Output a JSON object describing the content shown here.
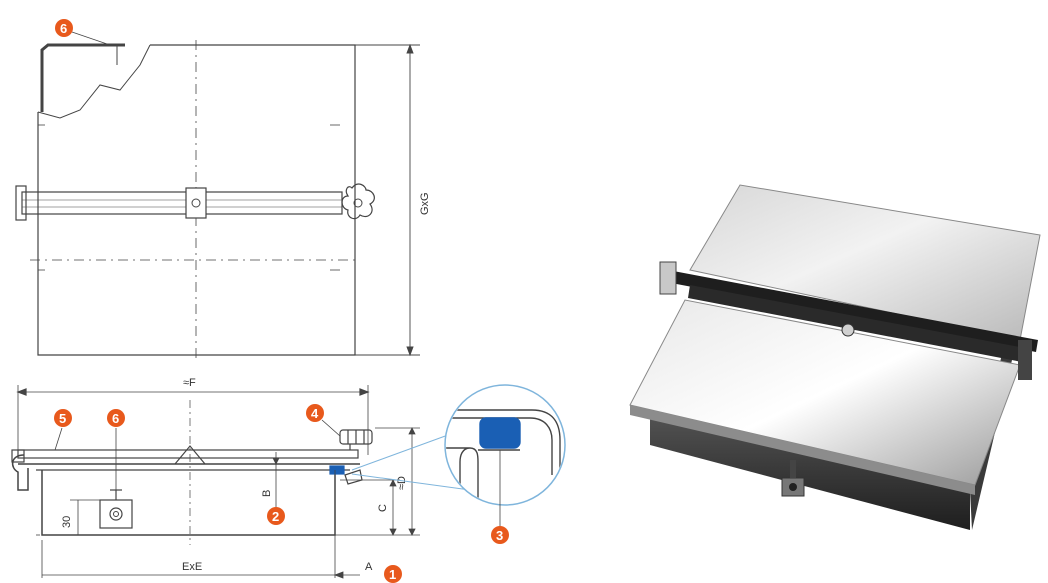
{
  "colors": {
    "callout": "#e8591c",
    "gasket": "#1a5fb4",
    "line": "#444444",
    "detail_ring": "#7fb5dc"
  },
  "callouts": {
    "c1": "1",
    "c2": "2",
    "c3": "3",
    "c4": "4",
    "c5": "5",
    "c6_top": "6",
    "c6_side": "6"
  },
  "dimensions": {
    "gxg": "GxG",
    "f": "≈F",
    "exe": "ExE",
    "a": "A",
    "b": "B",
    "c": "C",
    "d": "≈D",
    "thirty": "30"
  },
  "photo": {
    "icon": "hatch-photo"
  }
}
